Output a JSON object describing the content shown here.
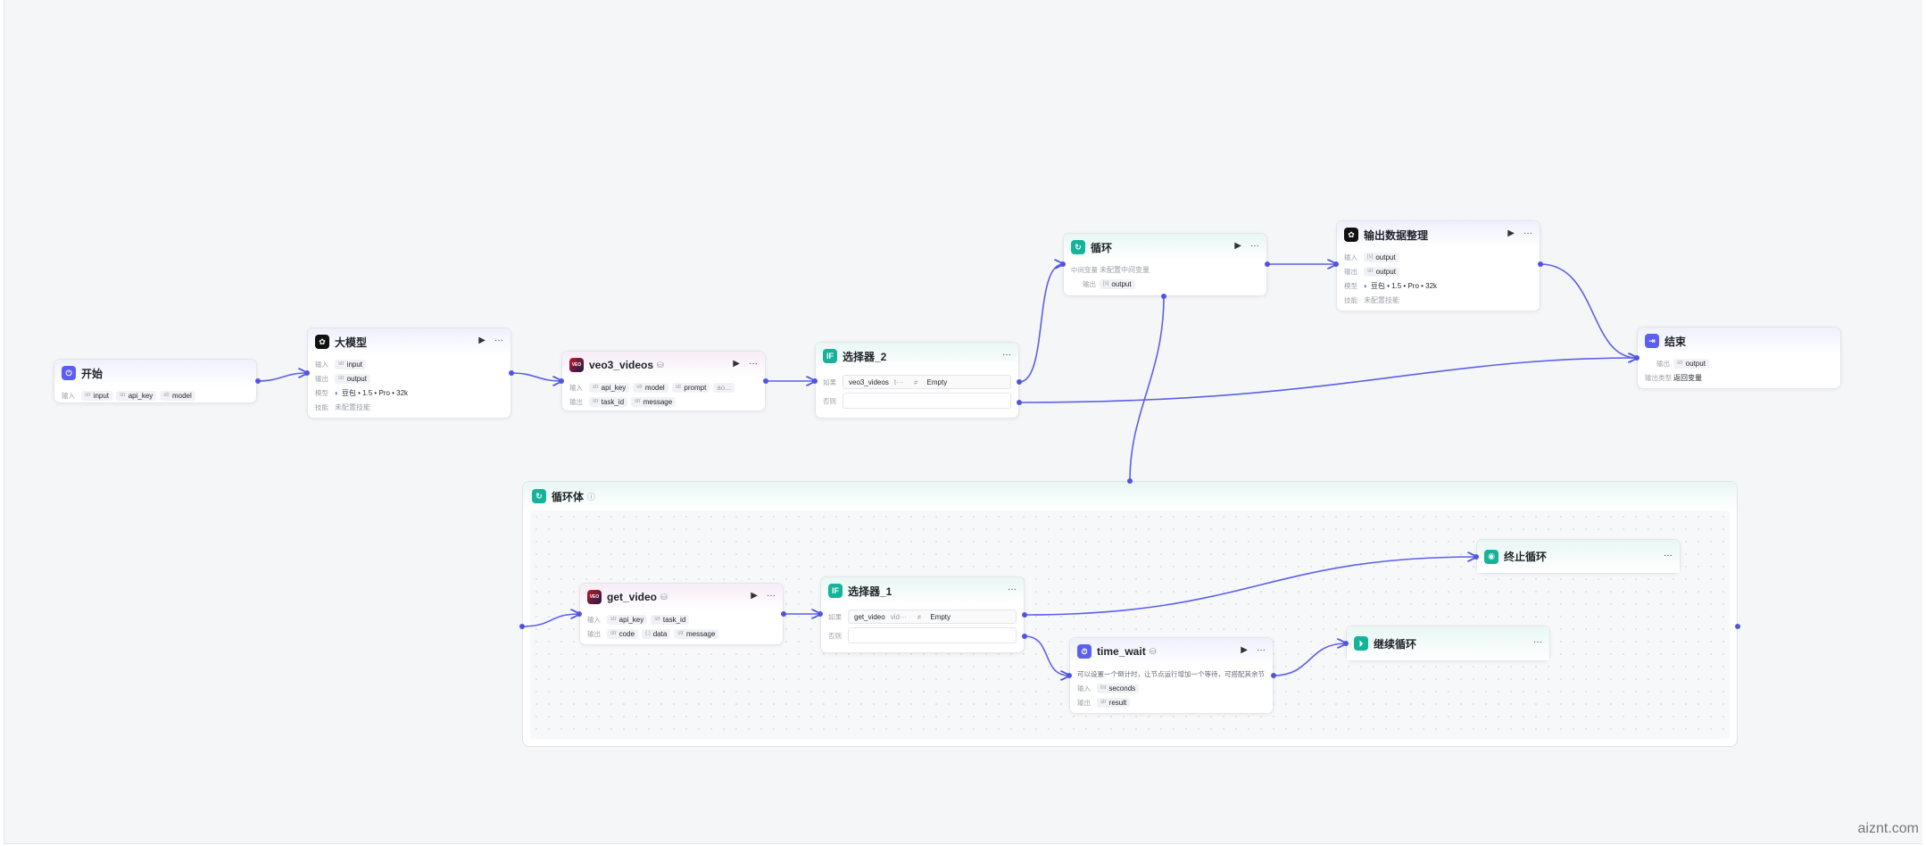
{
  "common": {
    "in_label": "输入",
    "out_label": "输出",
    "model_label": "模型",
    "skill_label": "技能",
    "if_label": "如果",
    "else_label": "否则",
    "neq": "≠",
    "more": "···",
    "run": "▶",
    "str_type": "str",
    "obj_type": "{ }"
  },
  "nodes": {
    "start": {
      "title": "开始",
      "inputs": [
        "input",
        "api_key",
        "model"
      ]
    },
    "llm": {
      "title": "大模型",
      "input": "input",
      "output": "output",
      "model": "豆包 • 1.5 • Pro • 32k",
      "skill": "未配置技能"
    },
    "veo3": {
      "title": "veo3_videos",
      "inputs": [
        "api_key",
        "model",
        "prompt",
        "ao..."
      ],
      "outputs": [
        "task_id",
        "message"
      ]
    },
    "selector2": {
      "title": "选择器_2",
      "cond_var": "veo3_videos",
      "cond_field": "t···",
      "cond_value": "Empty"
    },
    "loop": {
      "title": "循环",
      "mid_label": "中间变量",
      "mid_value": "未配置中间变量",
      "output": "output"
    },
    "output_fmt": {
      "title": "输出数据整理",
      "input": "output",
      "output": "output",
      "model": "豆包 • 1.5 • Pro • 32k",
      "skill": "未配置技能"
    },
    "end": {
      "title": "结束",
      "output": "output",
      "out_type_label": "输出类型",
      "out_type_value": "返回变量"
    },
    "loop_body": {
      "title": "循环体"
    },
    "get_video": {
      "title": "get_video",
      "inputs": [
        "api_key",
        "task_id"
      ],
      "outputs": [
        "code",
        "data",
        "message"
      ]
    },
    "selector1": {
      "title": "选择器_1",
      "cond_var": "get_video",
      "cond_field": "vid···",
      "cond_value": "Empty"
    },
    "time_wait": {
      "title": "time_wait",
      "desc": "可以设置一个倒计时，让节点运行增加一个等待，可搭配其余节...",
      "input": "seconds",
      "output": "result"
    },
    "stop_loop": {
      "title": "终止循环"
    },
    "continue_loop": {
      "title": "继续循环"
    }
  },
  "watermark": "aiznt.com"
}
